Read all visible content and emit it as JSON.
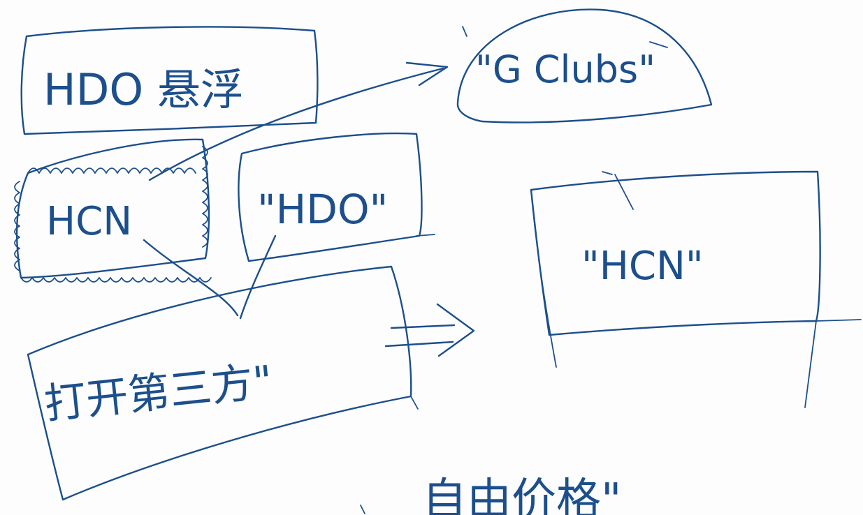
{
  "colors": {
    "ink": "#1c4f8c",
    "paper": "#fdfdfd"
  },
  "nodes": [
    {
      "id": "hdo-box",
      "label": "HDO 悬浮",
      "shape": "rounded-box"
    },
    {
      "id": "gclubs-cloud",
      "label": "\"G Clubs\"",
      "shape": "cloud"
    },
    {
      "id": "hcn-coil-box",
      "label": "HCN",
      "shape": "coil-border-box"
    },
    {
      "id": "hdo-quote-box",
      "label": "\"HDO\"",
      "shape": "box"
    },
    {
      "id": "bottom-box",
      "label": "打开第三方\"",
      "shape": "tilted-box"
    },
    {
      "id": "hcn-right-box",
      "label": "\"HCN\"",
      "shape": "open-box"
    },
    {
      "id": "bottom-partial",
      "label": "自由价格\"",
      "shape": "text"
    }
  ],
  "edges": [
    {
      "id": "hcn-to-gclubs",
      "from": "hcn-coil-box",
      "to": "gclubs-cloud",
      "style": "arrow"
    },
    {
      "id": "hcn-to-bottom",
      "from": "hcn-coil-box",
      "to": "bottom-box",
      "style": "line"
    },
    {
      "id": "hdo-to-bottom",
      "from": "hdo-quote-box",
      "to": "bottom-box",
      "style": "line"
    },
    {
      "id": "bottom-to-hcn",
      "from": "bottom-box",
      "to": "hcn-right-box",
      "style": "double-arrow"
    }
  ]
}
